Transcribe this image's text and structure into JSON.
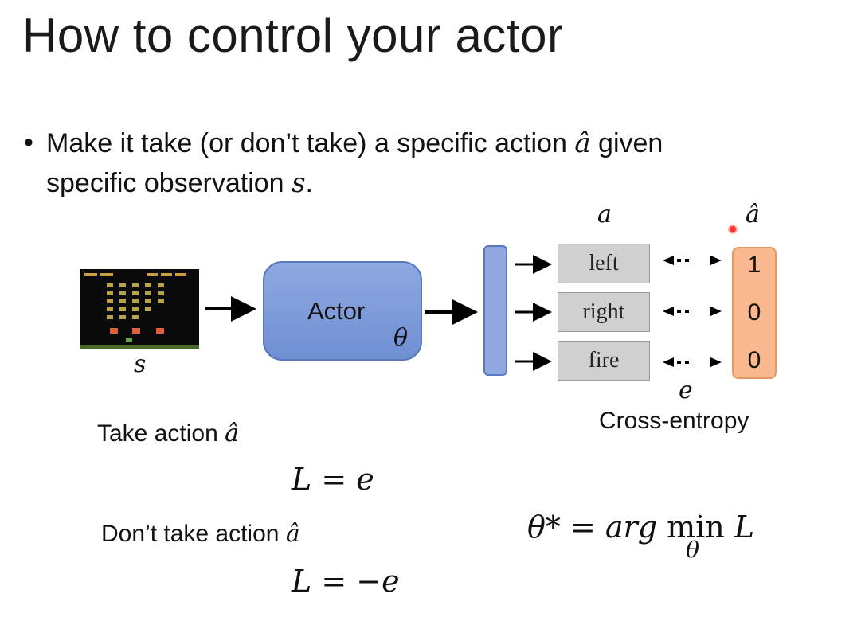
{
  "slide": {
    "title": "How to control your actor",
    "bullet_line1": "Make it take (or don’t take) a specific action",
    "bullet_ahat": "â",
    "bullet_line1_end": "given",
    "bullet_line2": "specific observation",
    "bullet_s": "s",
    "bullet_period": "."
  },
  "diagram": {
    "observation_label": "s",
    "actor_label": "Actor",
    "actor_param": "θ",
    "a_label": "a",
    "ahat_label": "â",
    "actions": [
      "left",
      "right",
      "fire"
    ],
    "target_values": [
      "1",
      "0",
      "0"
    ],
    "e_label": "e",
    "loss_name": "Cross-entropy"
  },
  "equations": {
    "take_label": "Take action",
    "take_ahat": "â",
    "take_loss": "L = e",
    "dont_label": "Don’t take action",
    "dont_ahat": "â",
    "dont_loss": "L = −e",
    "opt_lhs": "θ* = arg",
    "opt_min": "min",
    "opt_sub": "θ",
    "opt_L": "L"
  }
}
